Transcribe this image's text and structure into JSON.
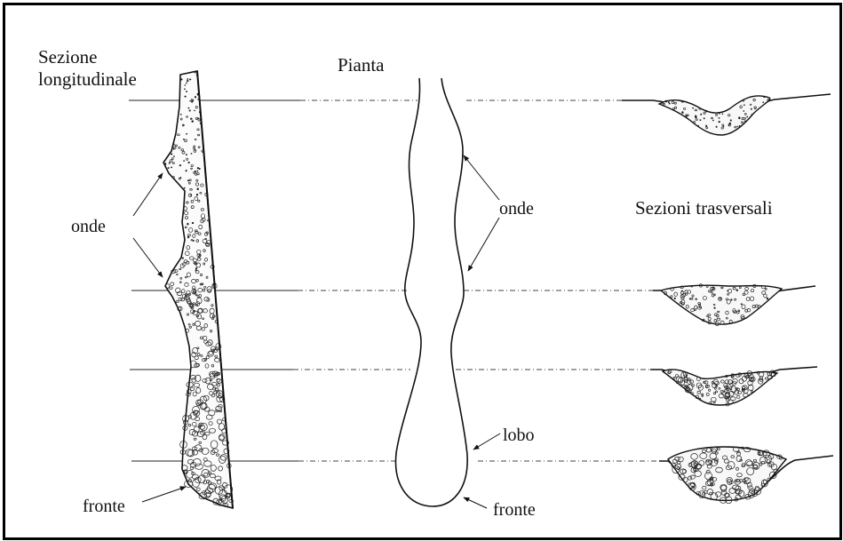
{
  "labels": {
    "longitudinal_title_1": "Sezione",
    "longitudinal_title_2": "longitudinale",
    "plan_title": "Pianta",
    "transverse_title": "Sezioni trasversali",
    "waves_left": "onde",
    "waves_plan": "onde",
    "lobe": "lobo",
    "front_left": "fronte",
    "front_plan": "fronte"
  },
  "colors": {
    "ink": "#111111",
    "frame": "#000000",
    "background": "#ffffff"
  }
}
